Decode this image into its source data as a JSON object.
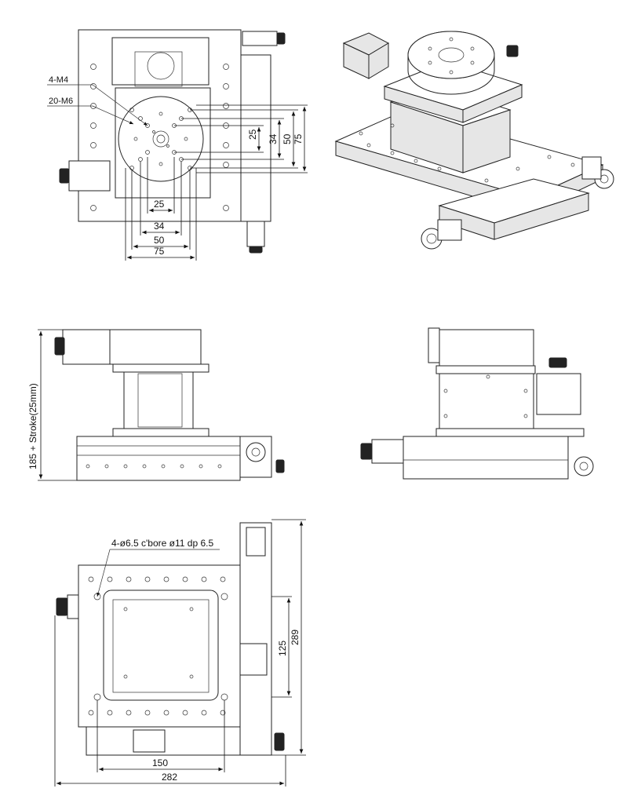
{
  "top_view": {
    "callout_m4": "4-M4",
    "callout_m6": "20-M6",
    "dims_h": [
      "25",
      "34",
      "50",
      "75"
    ],
    "dims_v": [
      "25",
      "34",
      "50",
      "75"
    ]
  },
  "front_view": {
    "height_label": "185 + Stroke(25mm)"
  },
  "bottom_view": {
    "callout_bore": "4-ø6.5 c'bore ø11 dp 6.5",
    "dim_125": "125",
    "dim_289": "289",
    "dim_150": "150",
    "dim_282": "282"
  }
}
